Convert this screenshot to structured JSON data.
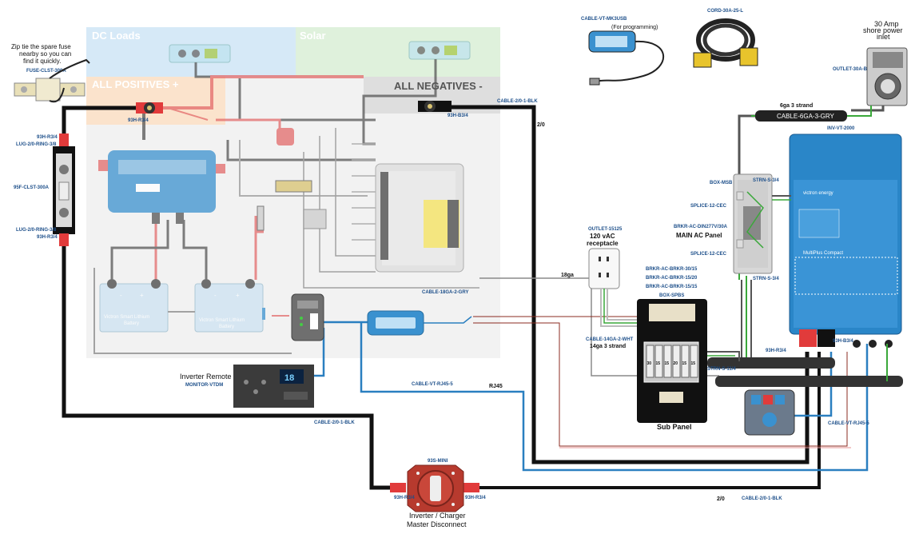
{
  "zones": {
    "dc_loads": "DC Loads",
    "solar": "Solar",
    "all_positives": "ALL POSITIVES +",
    "all_negatives": "ALL NEGATIVES -"
  },
  "labels": {
    "zip_tie_note": [
      "Zip tie the spare fuse",
      "nearby so you can",
      "find it quickly."
    ],
    "fuse_clst": "FUSE-CLST-300A",
    "r34_top": "93H-R3/4",
    "b34_top": "93H-B3/4",
    "cable_blk_top": "CABLE-2/0-1-BLK",
    "two_zero_top": "2/0",
    "left_r34_a": "93H-R3/4",
    "lug_ring_a": "LUG-2/0-RING-3/8",
    "clst_300a": "95F-CLST-300A",
    "lug_ring_b": "LUG-2/0-RING-3/8",
    "left_r34_b": "93H-R3/4",
    "cable_18ga": "CABLE-18GA-2-GRY",
    "ga18": "18ga",
    "inverter_remote": "Inverter Remote",
    "monitor_vtdm": "MONITOR-VTDM",
    "cable_rj45": "CABLE-VT-RJ45-5",
    "rj45": "RJ45",
    "cable_blk_bottom_left": "CABLE-2/0-1-BLK",
    "mini_93s": "93S-MINI",
    "bottom_r34_a": "93H-R3/4",
    "bottom_r34_b": "93H-R3/4",
    "disconnect": [
      "Inverter / Charger",
      "Master Disconnect"
    ],
    "two_zero_bottom": "2/0",
    "cable_blk_bottom_right": "CABLE-2/0-1-BLK",
    "mk3usb": "CABLE-VT-MK3USB",
    "for_programming": "(For programming)",
    "cord_30a": "CORD-30A-25-L",
    "shore_power": [
      "30 Amp",
      "shore power",
      "inlet"
    ],
    "outlet_30a": "OUTLET-30A-B",
    "ga6_strand": "6ga 3 strand",
    "cable_6ga": "CABLE-6GA-3-GRY",
    "inv_vt": "INV-VT-2000",
    "box_msb": "BOX-MSB",
    "strn_top": "STRN-S-3/4",
    "splice_a": "SPLICE-12-CEC",
    "brkr_din": "BRKR-AC-DIN277V/30A",
    "main_ac_panel": "MAIN AC Panel",
    "splice_b": "SPLICE-12-CEC",
    "strn_mid": "STRN-S-3/4",
    "outlet_15125": "OUTLET-15125",
    "receptacle": [
      "120 vAC",
      "receptacle"
    ],
    "brkr_30_15": "BRKR-AC-BRKR-30/15",
    "brkr_15_20": "BRKR-AC-BRKR-15/20",
    "brkr_15_15": "BRKR-AC-BRKR-15/15",
    "box_spbs": "BOX-SPBS",
    "cable_14ga": "CABLE-14GA-2-WHT",
    "ga14_strand": "14ga 3 strand",
    "sub_panel": "Sub Panel",
    "strn_low": "STRN-S-11/4",
    "right_r34": "93H-R3/4",
    "right_b34": "93H-B3/4",
    "cable_rj45_right": "CABLE-VT-RJ45-5",
    "battery_1": [
      "Victron Smart Lithium",
      "Battery"
    ],
    "battery_2": [
      "Victron Smart Lithium",
      "Battery"
    ],
    "inverter_brand": "victron energy",
    "inverter_model": "MultiPlus Compact",
    "breaker_ratings": [
      "30",
      "15",
      "15",
      "20",
      "15",
      "15"
    ]
  },
  "colors": {
    "dc_loads_zone": "#d6e9f7",
    "solar_zone": "#dff1dc",
    "positives_zone": "#fbe3cc",
    "negatives_zone": "#dedede",
    "cable_black": "#111111",
    "cable_blue": "#2a7fc0",
    "cable_red": "#e13b3b",
    "cable_green": "#3aa83a",
    "cable_gray": "#8a8a8a",
    "inverter_blue": "#2a86c8"
  }
}
